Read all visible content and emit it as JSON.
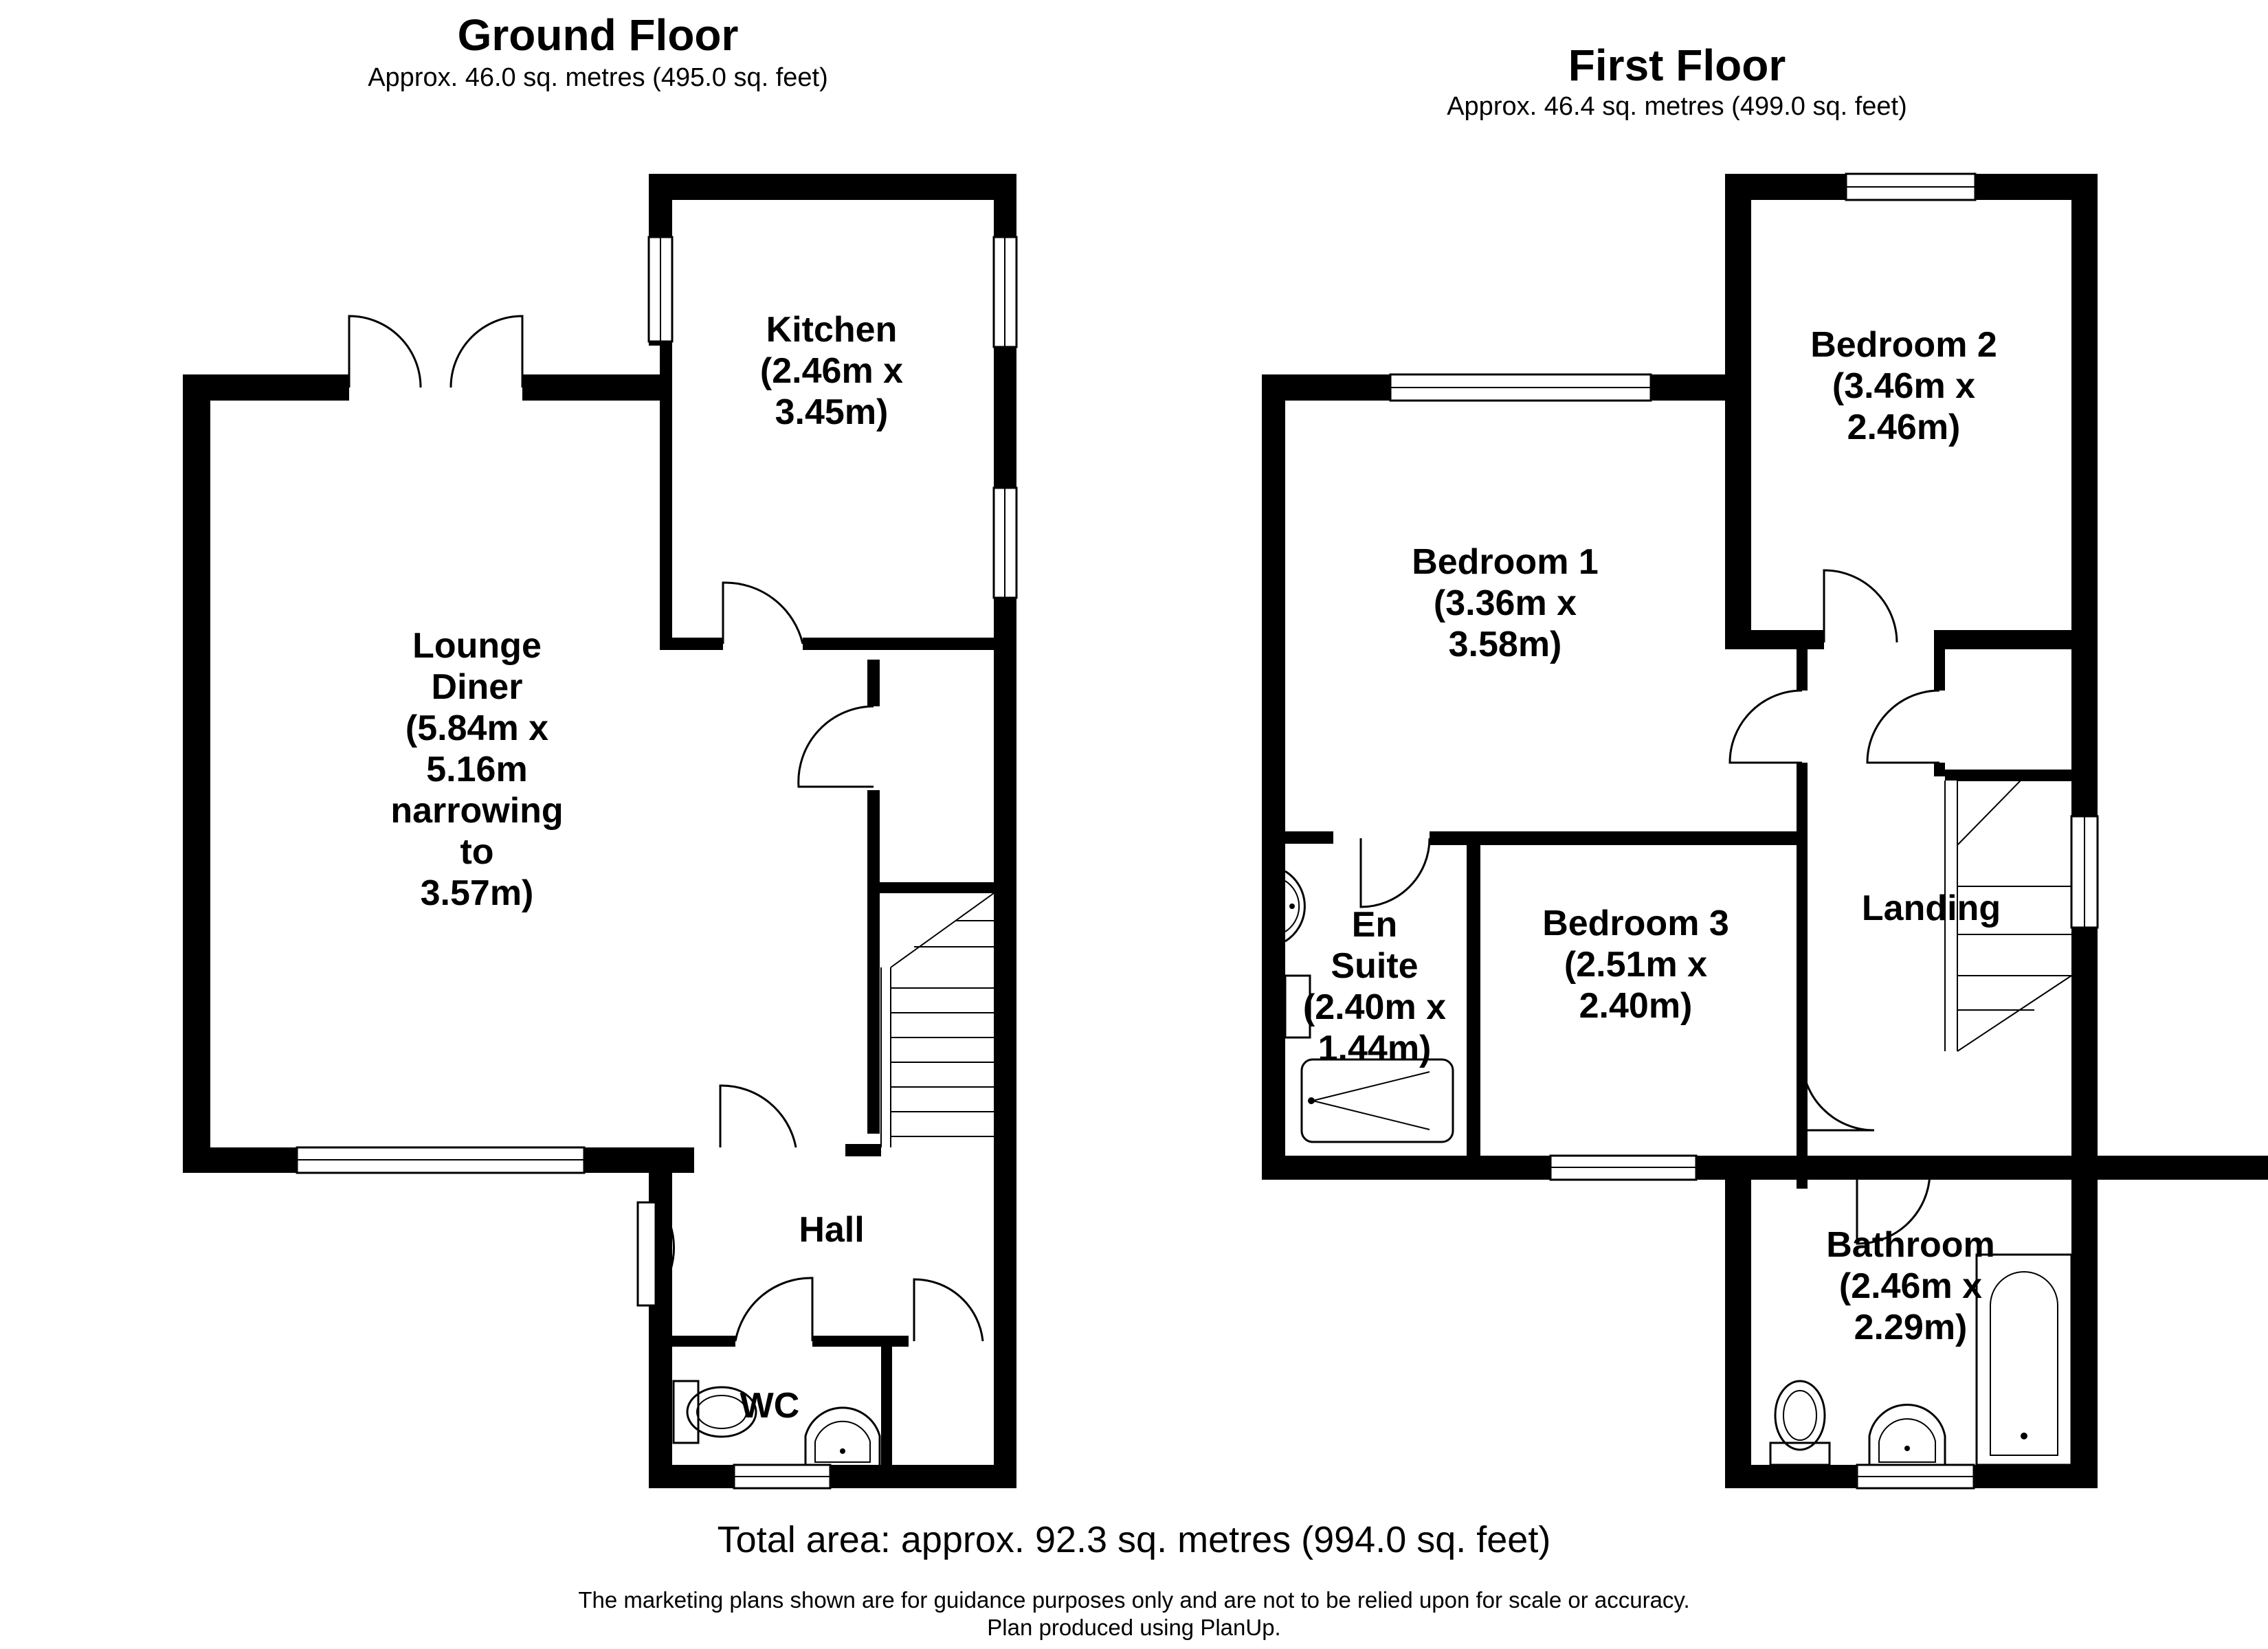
{
  "ground_floor": {
    "title": "Ground Floor",
    "area": "Approx. 46.0 sq. metres (495.0 sq. feet)",
    "rooms": {
      "kitchen": "Kitchen\n(2.46m x\n3.45m)",
      "lounge": "Lounge\nDiner\n(5.84m x\n5.16m\nnarrowing\nto\n3.57m)",
      "hall": "Hall",
      "wc": "WC"
    }
  },
  "first_floor": {
    "title": "First Floor",
    "area": "Approx. 46.4 sq. metres (499.0 sq. feet)",
    "rooms": {
      "bedroom2": "Bedroom 2\n(3.46m x\n2.46m)",
      "bedroom1": "Bedroom 1\n(3.36m x\n3.58m)",
      "ensuite": "En\nSuite\n(2.40m x\n1.44m)",
      "bedroom3": "Bedroom 3\n(2.51m x\n2.40m)",
      "landing": "Landing",
      "bathroom": "Bathroom\n(2.46m x\n2.29m)"
    }
  },
  "total_area": "Total area: approx. 92.3 sq. metres (994.0 sq. feet)",
  "disclaimer_line1": "The marketing plans shown are for guidance purposes only and are not to be relied upon for scale or accuracy.",
  "disclaimer_line2": "Plan produced using PlanUp."
}
